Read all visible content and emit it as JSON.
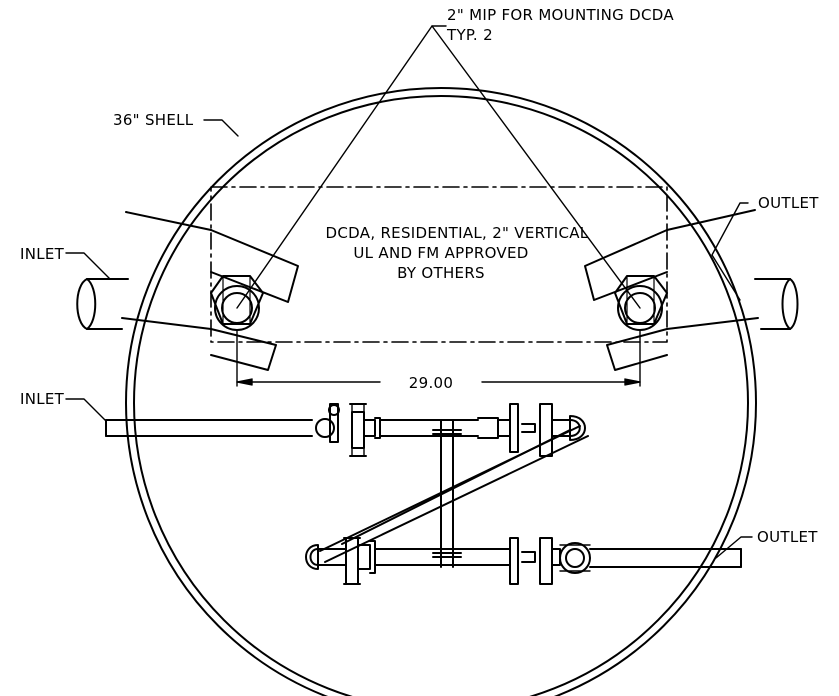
{
  "drawing": {
    "callouts": {
      "mip_line1": "2\" MIP FOR MOUNTING DCDA",
      "mip_line2": "TYP. 2",
      "shell": "36\" SHELL",
      "inlet_upper": "INLET",
      "inlet_lower": "INLET",
      "outlet_upper": "OUTLET",
      "outlet_lower": "OUTLET"
    },
    "box_note": {
      "line1": "DCDA, RESIDENTIAL, 2\" VERTICAL",
      "line2": "UL AND FM APPROVED",
      "line3": "BY OTHERS"
    },
    "dimension": "29.00",
    "colors": {
      "line": "#000000",
      "background": "#ffffff"
    }
  }
}
